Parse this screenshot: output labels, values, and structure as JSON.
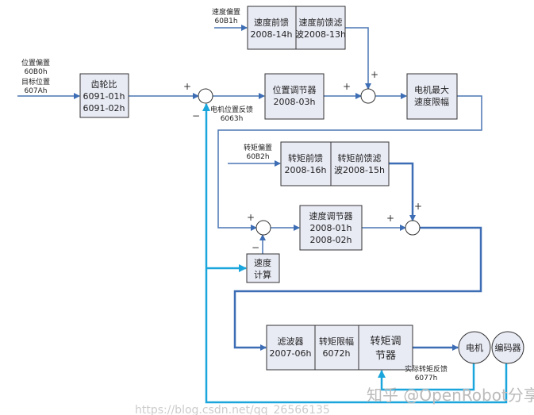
{
  "diagram": {
    "inputs": {
      "position_offset": {
        "label": "位置偏置",
        "code": "60B0h"
      },
      "target_position": {
        "label": "目标位置",
        "code": "607Ah"
      },
      "velocity_offset": {
        "label": "速度偏置",
        "code": "60B1h"
      },
      "torque_offset": {
        "label": "转矩偏置",
        "code": "60B2h"
      }
    },
    "blocks": {
      "gear_ratio": {
        "line1": "齿轮比",
        "line2": "6091-01h",
        "line3": "6091-02h"
      },
      "velocity_feedforward": {
        "line1": "速度前馈",
        "line2": "2008-14h"
      },
      "velocity_ff_filter": {
        "line1": "速度前馈滤",
        "line2": "波2008-13h"
      },
      "position_regulator": {
        "line1": "位置调节器",
        "line2": "2008-03h"
      },
      "max_speed_limit": {
        "line1": "电机最大",
        "line2": "速度限幅"
      },
      "torque_feedforward": {
        "line1": "转矩前馈",
        "line2": "2008-16h"
      },
      "torque_ff_filter": {
        "line1": "转矩前馈滤",
        "line2": "波2008-15h"
      },
      "velocity_regulator": {
        "line1": "速度调节器",
        "line2": "2008-01h",
        "line3": "2008-02h"
      },
      "velocity_calc": {
        "line1": "速度",
        "line2": "计算"
      },
      "filter": {
        "line1": "滤波器",
        "line2": "2007-06h"
      },
      "torque_limit": {
        "line1": "转矩限幅",
        "line2": "6072h"
      },
      "torque_regulator": {
        "line1": "转矩调",
        "line2": "节器"
      },
      "motor": {
        "label": "电机"
      },
      "encoder": {
        "label": "编码器"
      }
    },
    "feedback": {
      "motor_position": {
        "label": "电机位置反馈",
        "code": "6063h"
      },
      "actual_torque": {
        "label": "实际转矩反馈",
        "code": "6077h"
      }
    },
    "signs": {
      "plus": "+",
      "minus": "−"
    },
    "watermark": {
      "line1": "知乎 @OpenRobot分享",
      "line2": "https://blog.csdn.net/qq_26566135"
    },
    "colors": {
      "signal": "#4a76b4",
      "feedback": "#1aa6dc",
      "block_fill": "#e8eaf4"
    }
  }
}
